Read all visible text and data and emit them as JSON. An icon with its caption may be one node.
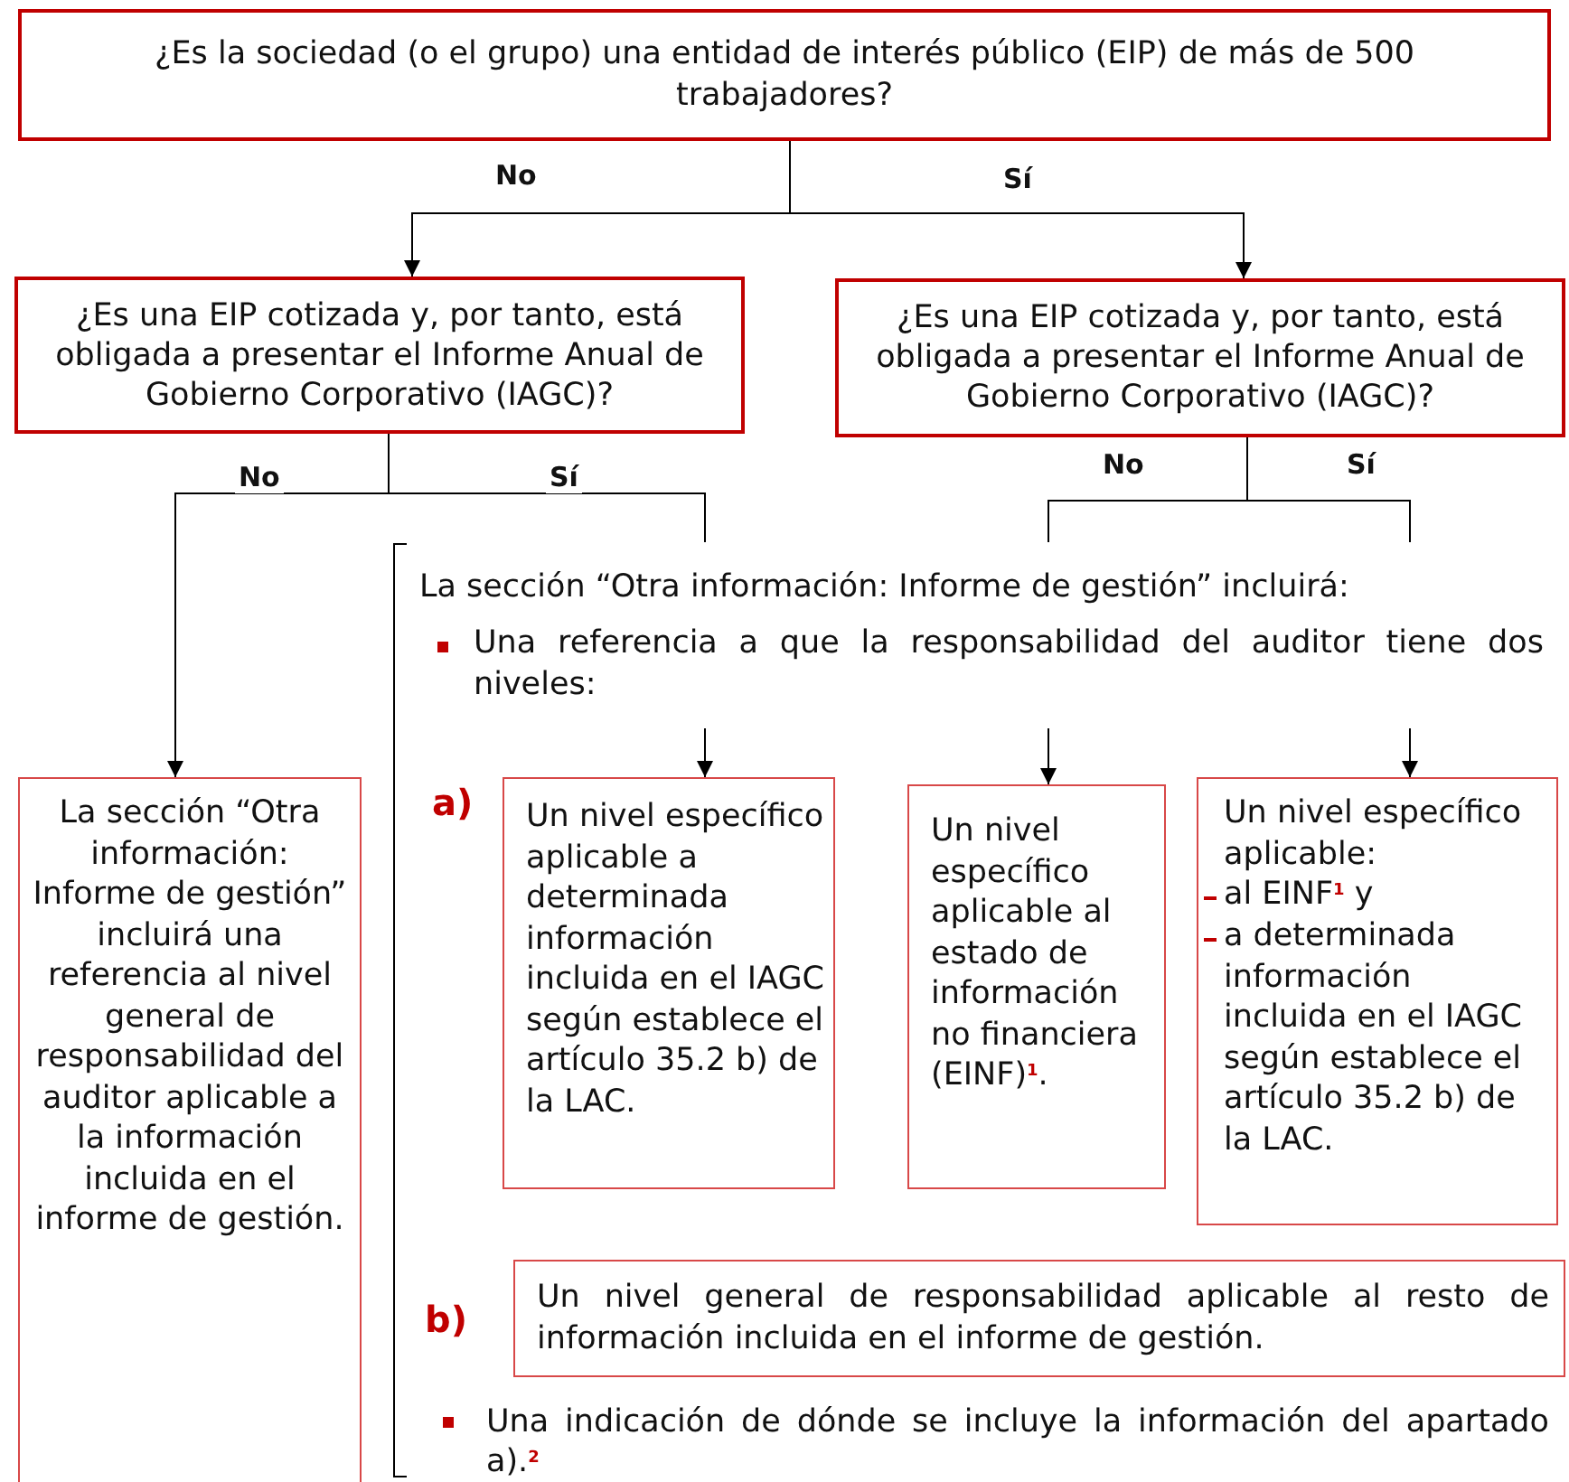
{
  "diagram": {
    "nodes": [
      {
        "text": [
          "¿Es la sociedad (o el grupo) una entidad de interés público (EIP) de más de 500 trabajadores?"
        ]
      },
      {
        "text": [
          "¿Es una EIP cotizada y, por tanto, está obligada a presentar el Informe Anual de Gobierno Corporativo (IAGC)?"
        ]
      },
      {
        "text": [
          "¿Es una EIP cotizada y, por tanto, está obligada a presentar el Informe Anual de Gobierno Corporativo (IAGC)?"
        ]
      },
      {
        "text": [
          "La sección “Otra información: Informe de gestión” incluirá una referencia al nivel general de responsabilidad del auditor aplicable a la información incluida en el informe de gestión."
        ]
      },
      {
        "text": [
          "La sección “Otra información: Informe de gestión” incluirá:",
          "Una referencia a que la responsabilidad del auditor tiene dos niveles:",
          "a)",
          "b)",
          "Una indicación de dónde se incluye la información del apartado a).$^{2}$"
        ]
      },
      {
        "text": [
          "Un nivel específico aplicable a determinada información incluida en el IAGC según establece el artículo 35.2 b) de la LAC."
        ],
        "in": 4
      },
      {
        "text": [
          "Un nivel específico aplicable al estado de información no financiera (EINF)$^{1}$."
        ],
        "in": 4
      },
      {
        "text": [
          "Un nivel específico aplicable:",
          "al EINF$^{1}$ y",
          "a determinada información incluida en el IAGC según establece el artículo 35.2 b) de la LAC."
        ],
        "in": 4
      },
      {
        "text": [
          "Un nivel general de responsabilidad aplicable al resto  de información incluida en el informe de gestión."
        ],
        "in": 4
      }
    ],
    "edges": [
      {
        "from": 0,
        "to": 1,
        "arrow": "to",
        "label": "No"
      },
      {
        "from": 0,
        "to": 2,
        "arrow": "to",
        "label": "Sí"
      },
      {
        "from": 1,
        "to": 3,
        "arrow": "to",
        "label": "No"
      },
      {
        "from": 1,
        "to": 5,
        "arrow": "to",
        "label": "Sí"
      },
      {
        "from": 2,
        "to": 6,
        "arrow": "to",
        "label": "No"
      },
      {
        "from": 2,
        "to": 7,
        "arrow": "to",
        "label": "Sí"
      }
    ]
  }
}
